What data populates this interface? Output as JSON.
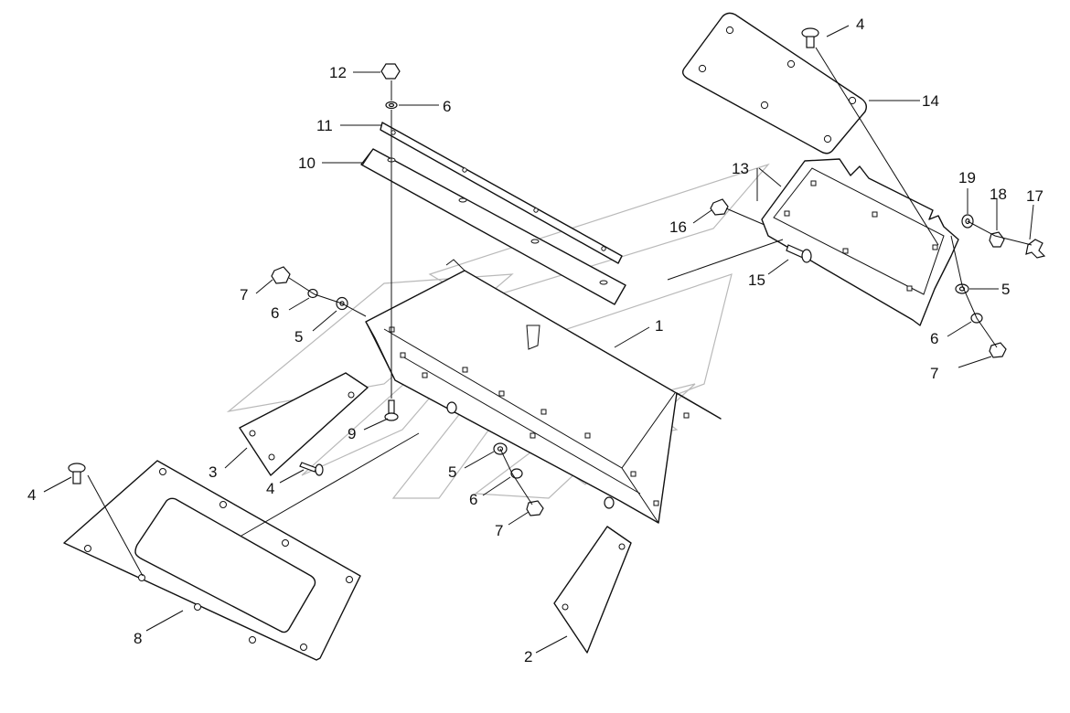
{
  "diagram": {
    "callouts": {
      "c1": "1",
      "c2": "2",
      "c3": "3",
      "c4a": "4",
      "c4b": "4",
      "c4c": "4",
      "c5a": "5",
      "c5b": "5",
      "c5c": "5",
      "c6a": "6",
      "c6b": "6",
      "c6c": "6",
      "c6d": "6",
      "c7a": "7",
      "c7b": "7",
      "c7c": "7",
      "c8": "8",
      "c9": "9",
      "c10": "10",
      "c11": "11",
      "c12": "12",
      "c13": "13",
      "c14": "14",
      "c15": "15",
      "c16": "16",
      "c17": "17",
      "c18": "18",
      "c19": "19"
    }
  }
}
